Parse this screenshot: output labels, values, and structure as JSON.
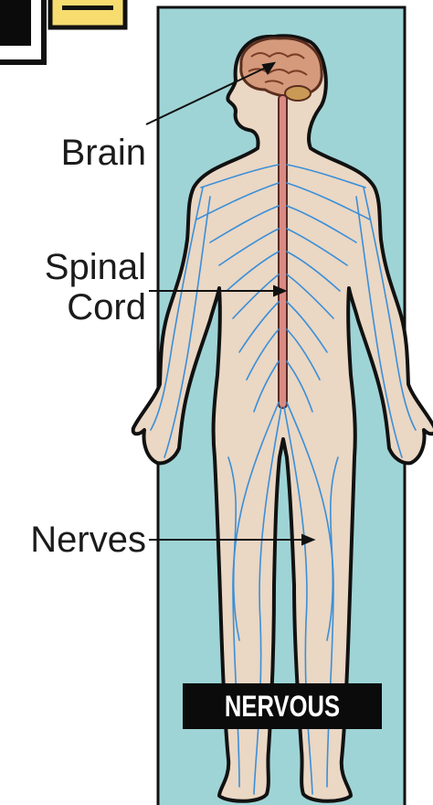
{
  "labels": {
    "brain": "Brain",
    "spinal_line1": "Spinal",
    "spinal_line2": "Cord",
    "nerves": "Nerves"
  },
  "banner": "NERVOUS",
  "colors": {
    "panel": "#9fd4d6",
    "skin": "#ead7c4",
    "outline": "#111111",
    "brain": "#c9876a",
    "spinal_cord": "#d98b83",
    "nerves": "#3a8fd8",
    "tab_yellow": "#f7dc6f",
    "banner_bg": "#0b0b0b"
  }
}
